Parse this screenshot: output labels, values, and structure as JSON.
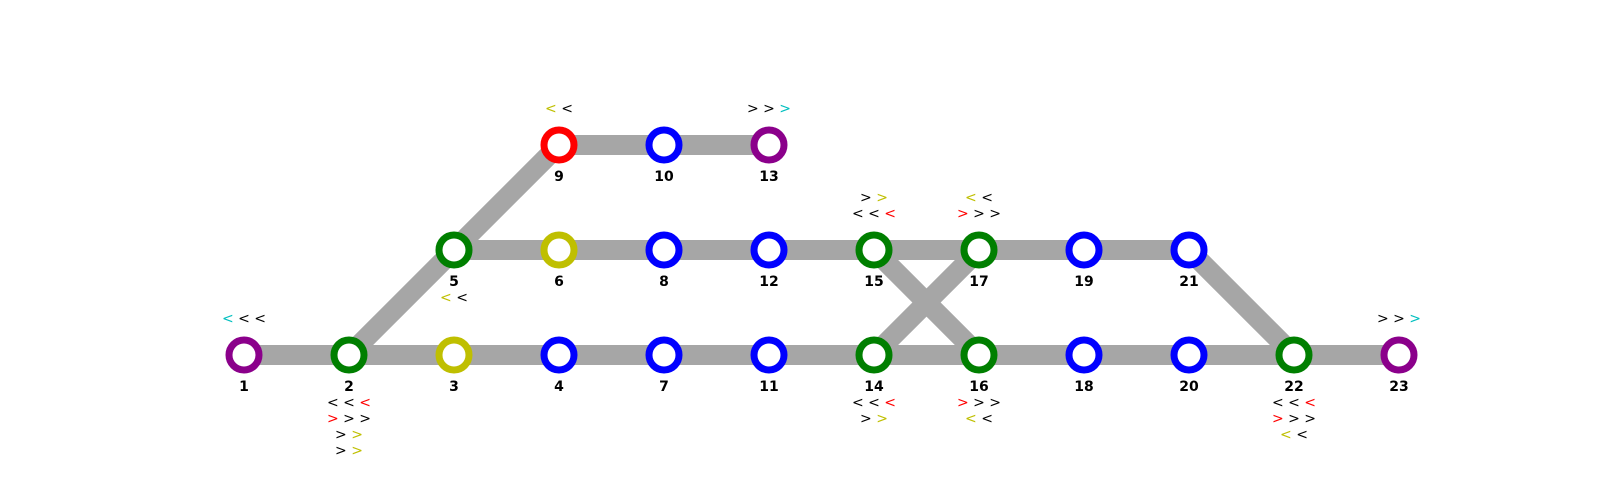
{
  "colors": {
    "track": "#a6a6a6",
    "purple": "#8b008b",
    "green": "#007f00",
    "yellow": "#bfbf00",
    "blue": "#0000ff",
    "red": "#ff0000",
    "cyan": "#00bfbf",
    "black": "#000000"
  },
  "nodes": [
    {
      "id": "1",
      "color": "purple"
    },
    {
      "id": "2",
      "color": "green"
    },
    {
      "id": "3",
      "color": "yellow"
    },
    {
      "id": "4",
      "color": "blue"
    },
    {
      "id": "5",
      "color": "green"
    },
    {
      "id": "6",
      "color": "yellow"
    },
    {
      "id": "7",
      "color": "blue"
    },
    {
      "id": "8",
      "color": "blue"
    },
    {
      "id": "9",
      "color": "red"
    },
    {
      "id": "10",
      "color": "blue"
    },
    {
      "id": "11",
      "color": "blue"
    },
    {
      "id": "12",
      "color": "blue"
    },
    {
      "id": "13",
      "color": "purple"
    },
    {
      "id": "14",
      "color": "green"
    },
    {
      "id": "15",
      "color": "green"
    },
    {
      "id": "16",
      "color": "green"
    },
    {
      "id": "17",
      "color": "green"
    },
    {
      "id": "18",
      "color": "blue"
    },
    {
      "id": "19",
      "color": "blue"
    },
    {
      "id": "20",
      "color": "blue"
    },
    {
      "id": "21",
      "color": "blue"
    },
    {
      "id": "22",
      "color": "green"
    },
    {
      "id": "23",
      "color": "purple"
    }
  ],
  "edges": [
    [
      "1",
      "2"
    ],
    [
      "2",
      "3"
    ],
    [
      "3",
      "4"
    ],
    [
      "4",
      "7"
    ],
    [
      "7",
      "11"
    ],
    [
      "11",
      "14"
    ],
    [
      "14",
      "16"
    ],
    [
      "16",
      "18"
    ],
    [
      "18",
      "20"
    ],
    [
      "20",
      "22"
    ],
    [
      "22",
      "23"
    ],
    [
      "2",
      "5"
    ],
    [
      "5",
      "6"
    ],
    [
      "6",
      "8"
    ],
    [
      "8",
      "12"
    ],
    [
      "12",
      "15"
    ],
    [
      "15",
      "17"
    ],
    [
      "17",
      "19"
    ],
    [
      "19",
      "21"
    ],
    [
      "21",
      "22"
    ],
    [
      "5",
      "9"
    ],
    [
      "9",
      "10"
    ],
    [
      "10",
      "13"
    ],
    [
      "15",
      "16"
    ],
    [
      "14",
      "17"
    ]
  ],
  "signals": {
    "1": {
      "above": [
        [
          [
            "<",
            "cyan"
          ],
          [
            "<",
            "black"
          ],
          [
            "<",
            "black"
          ]
        ]
      ],
      "below": []
    },
    "2": {
      "above": [],
      "below": [
        [
          [
            "<",
            "black"
          ],
          [
            "<",
            "black"
          ],
          [
            "<",
            "red"
          ]
        ],
        [
          [
            ">",
            "red"
          ],
          [
            ">",
            "black"
          ],
          [
            ">",
            "black"
          ]
        ],
        [
          [
            ">",
            "black"
          ],
          [
            ">",
            "yellow"
          ]
        ],
        [
          [
            ">",
            "black"
          ],
          [
            ">",
            "yellow"
          ]
        ]
      ]
    },
    "5": {
      "above": [],
      "below": [
        [
          [
            "<",
            "yellow"
          ],
          [
            "<",
            "black"
          ]
        ]
      ]
    },
    "9": {
      "above": [
        [
          [
            "<",
            "yellow"
          ],
          [
            "<",
            "black"
          ]
        ]
      ],
      "below": []
    },
    "13": {
      "above": [
        [
          [
            ">",
            "black"
          ],
          [
            ">",
            "black"
          ],
          [
            ">",
            "cyan"
          ]
        ]
      ],
      "below": []
    },
    "14": {
      "above": [],
      "below": [
        [
          [
            "<",
            "black"
          ],
          [
            "<",
            "black"
          ],
          [
            "<",
            "red"
          ]
        ],
        [
          [
            ">",
            "black"
          ],
          [
            ">",
            "yellow"
          ]
        ]
      ]
    },
    "15": {
      "above": [
        [
          [
            ">",
            "black"
          ],
          [
            ">",
            "yellow"
          ]
        ],
        [
          [
            "<",
            "black"
          ],
          [
            "<",
            "black"
          ],
          [
            "<",
            "red"
          ]
        ]
      ],
      "below": []
    },
    "16": {
      "above": [],
      "below": [
        [
          [
            ">",
            "red"
          ],
          [
            ">",
            "black"
          ],
          [
            ">",
            "black"
          ]
        ],
        [
          [
            "<",
            "yellow"
          ],
          [
            "<",
            "black"
          ]
        ]
      ]
    },
    "17": {
      "above": [
        [
          [
            "<",
            "yellow"
          ],
          [
            "<",
            "black"
          ]
        ],
        [
          [
            ">",
            "red"
          ],
          [
            ">",
            "black"
          ],
          [
            ">",
            "black"
          ]
        ]
      ],
      "below": []
    },
    "22": {
      "above": [],
      "below": [
        [
          [
            "<",
            "black"
          ],
          [
            "<",
            "black"
          ],
          [
            "<",
            "red"
          ]
        ],
        [
          [
            ">",
            "red"
          ],
          [
            ">",
            "black"
          ],
          [
            ">",
            "black"
          ]
        ],
        [
          [
            "<",
            "yellow"
          ],
          [
            "<",
            "black"
          ]
        ]
      ]
    },
    "23": {
      "above": [
        [
          [
            ">",
            "black"
          ],
          [
            ">",
            "black"
          ],
          [
            ">",
            "cyan"
          ]
        ]
      ],
      "below": []
    }
  }
}
